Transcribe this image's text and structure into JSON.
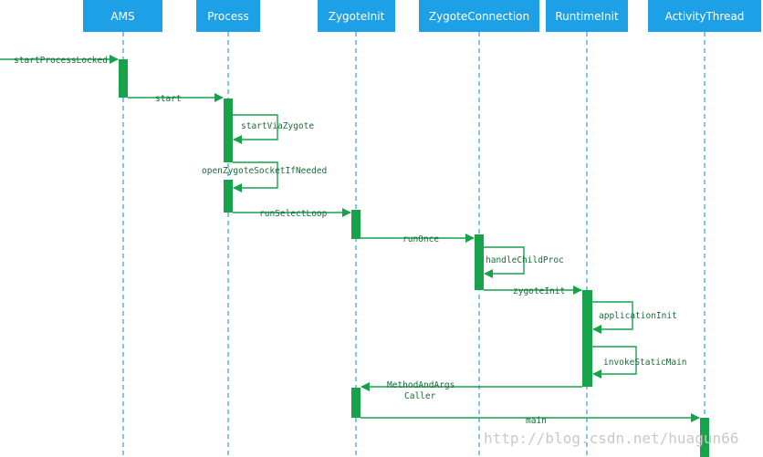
{
  "participants": [
    {
      "id": "ams",
      "label": "AMS"
    },
    {
      "id": "process",
      "label": "Process"
    },
    {
      "id": "zygoteinit",
      "label": "ZygoteInit"
    },
    {
      "id": "zygoteconnection",
      "label": "ZygoteConnection"
    },
    {
      "id": "runtimeinit",
      "label": "RuntimeInit"
    },
    {
      "id": "activitythread",
      "label": "ActivityThread"
    }
  ],
  "messages": {
    "start_process_locked": "startProcessLocked",
    "start": "start",
    "start_via_zygote": "startViaZygote",
    "open_zygote_socket": "openZygoteSocketIfNeeded",
    "run_select_loop": "runSelectLoop",
    "run_once": "runOnce",
    "handle_child_proc": "handleChildProc",
    "zygote_init": "zygoteInit",
    "application_init": "applicationInit",
    "invoke_static_main": "invokeStaticMain",
    "method_and_args_caller_line1": "MethodAndArgs",
    "method_and_args_caller_line2": "Caller",
    "main": "main"
  },
  "watermark": "http://blog.csdn.net/huagun66",
  "colors": {
    "header_fill": "#1ea0e6",
    "lifeline": "#2ea0d8",
    "activation": "#17a24b",
    "message": "#17a24b",
    "message_text": "#1d6b3a"
  }
}
